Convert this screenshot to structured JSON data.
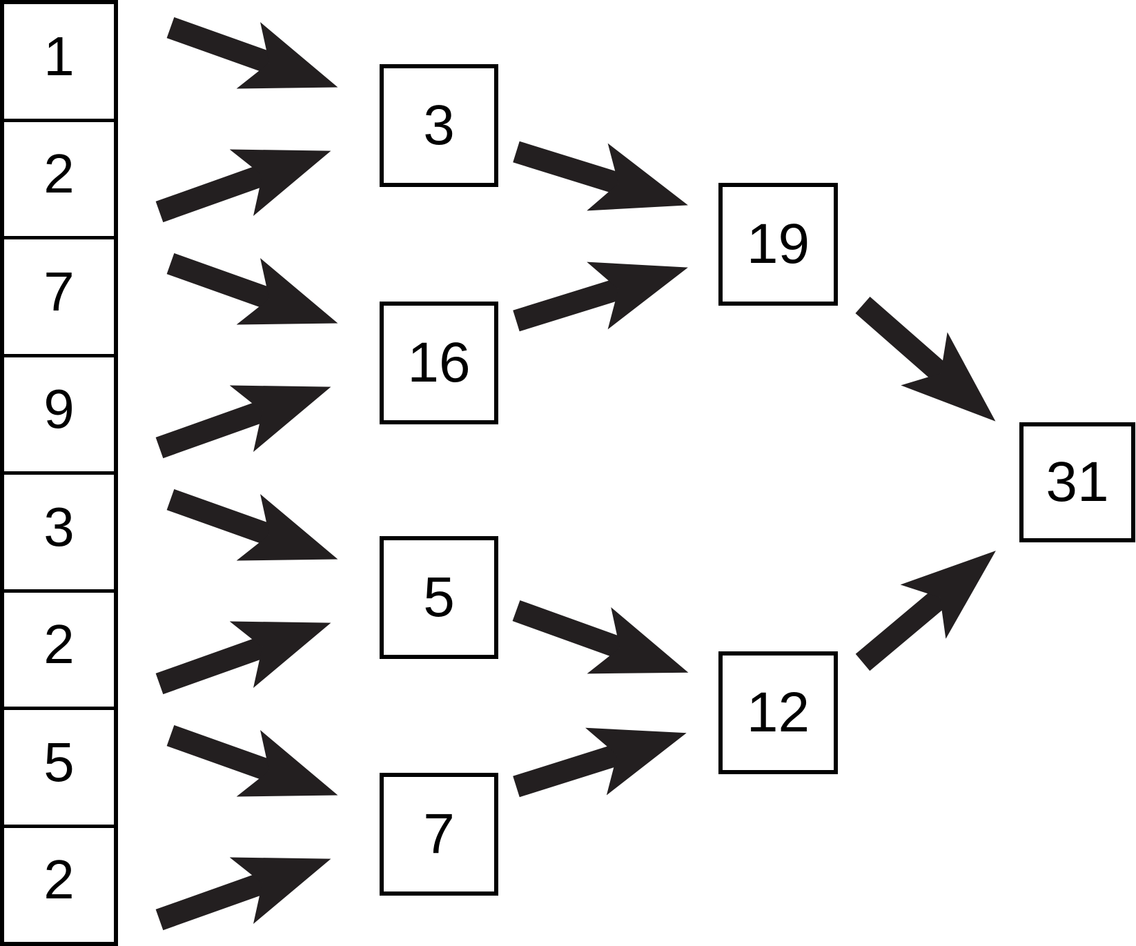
{
  "diagram": {
    "description": "pairwise-sum-reduction-tree",
    "inputs": [
      "1",
      "2",
      "7",
      "9",
      "3",
      "2",
      "5",
      "2"
    ],
    "partial_sums": [
      "3",
      "16",
      "5",
      "7"
    ],
    "intermediate_sums": [
      "19",
      "12"
    ],
    "final_sum": "31",
    "nodes": {
      "in0": "1",
      "in1": "2",
      "in2": "7",
      "in3": "9",
      "in4": "3",
      "in5": "2",
      "in6": "5",
      "in7": "2",
      "p0": "3",
      "p1": "16",
      "p2": "5",
      "p3": "7",
      "m0": "19",
      "m1": "12",
      "f0": "31"
    },
    "edges": [
      {
        "from": "in0",
        "to": "p0"
      },
      {
        "from": "in1",
        "to": "p0"
      },
      {
        "from": "in2",
        "to": "p1"
      },
      {
        "from": "in3",
        "to": "p1"
      },
      {
        "from": "in4",
        "to": "p2"
      },
      {
        "from": "in5",
        "to": "p2"
      },
      {
        "from": "in6",
        "to": "p3"
      },
      {
        "from": "in7",
        "to": "p3"
      },
      {
        "from": "p0",
        "to": "m0"
      },
      {
        "from": "p1",
        "to": "m0"
      },
      {
        "from": "p2",
        "to": "m1"
      },
      {
        "from": "p3",
        "to": "m1"
      },
      {
        "from": "m0",
        "to": "f0"
      },
      {
        "from": "m1",
        "to": "f0"
      }
    ],
    "colors": {
      "arrow": "#231f20",
      "line": "#000000",
      "background": "#ffffff",
      "text": "#000000"
    }
  }
}
